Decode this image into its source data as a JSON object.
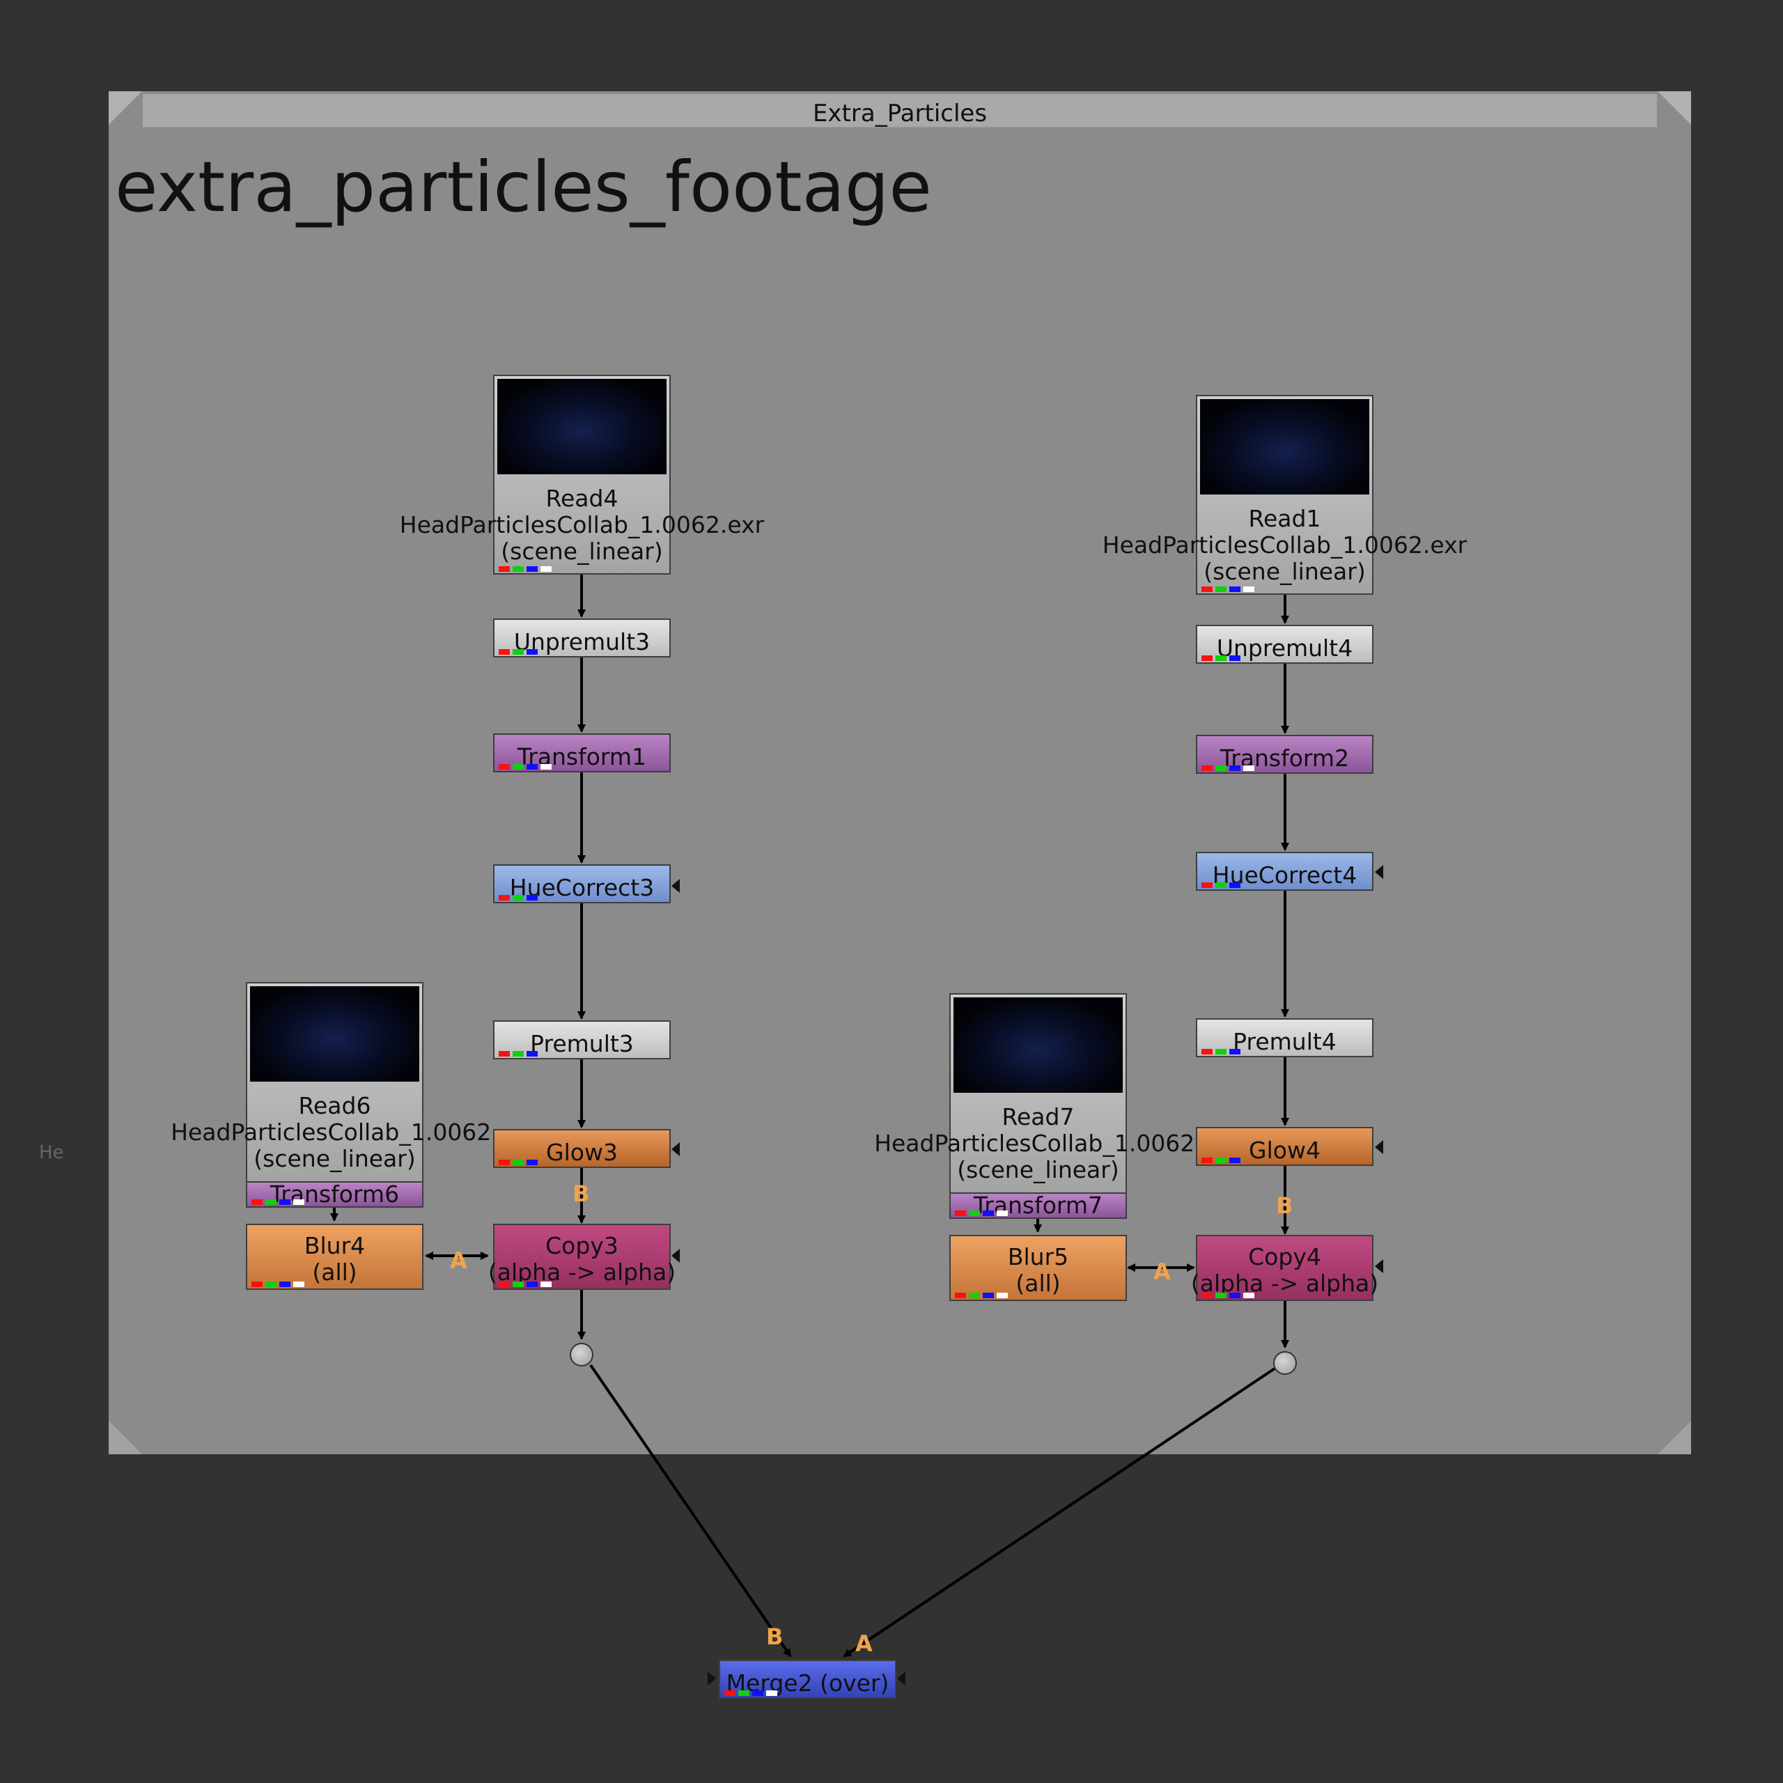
{
  "backdrop": {
    "title": "Extra_Particles",
    "label": "extra_particles_footage"
  },
  "offscreen_text": "He",
  "nodes": {
    "read4": {
      "name": "Read4",
      "file": "HeadParticlesCollab_1.0062.exr",
      "colorspace": "(scene_linear)"
    },
    "read1": {
      "name": "Read1",
      "file": "HeadParticlesCollab_1.0062.exr",
      "colorspace": "(scene_linear)"
    },
    "read6": {
      "name": "Read6",
      "file": "HeadParticlesCollab_1.0062.",
      "colorspace": "(scene_linear)"
    },
    "read7": {
      "name": "Read7",
      "file": "HeadParticlesCollab_1.0062.",
      "colorspace": "(scene_linear)"
    },
    "unpremult3": {
      "name": "Unpremult3"
    },
    "unpremult4": {
      "name": "Unpremult4"
    },
    "transform1": {
      "name": "Transform1"
    },
    "transform2": {
      "name": "Transform2"
    },
    "huecorrect3": {
      "name": "HueCorrect3"
    },
    "huecorrect4": {
      "name": "HueCorrect4"
    },
    "premult3": {
      "name": "Premult3"
    },
    "premult4": {
      "name": "Premult4"
    },
    "glow3": {
      "name": "Glow3"
    },
    "glow4": {
      "name": "Glow4"
    },
    "transform6": {
      "name": "Transform6"
    },
    "transform7": {
      "name": "Transform7"
    },
    "blur4": {
      "name": "Blur4",
      "sub": "(all)"
    },
    "blur5": {
      "name": "Blur5",
      "sub": "(all)"
    },
    "copy3": {
      "name": "Copy3",
      "sub": "(alpha -> alpha)"
    },
    "copy4": {
      "name": "Copy4",
      "sub": "(alpha -> alpha)"
    },
    "merge2": {
      "name": "Merge2 (over)"
    }
  },
  "pins": {
    "a": "A",
    "b": "B"
  },
  "colors": {
    "read": "#b9b9b9",
    "utility": "#cfcfcf",
    "transform": "#9a63a8",
    "color": "#7f9fd8",
    "filter": "#d07a3a",
    "merge_channel": "#b03d72",
    "merge": "#4a5ad0",
    "pin_label": "#f2a34a"
  }
}
